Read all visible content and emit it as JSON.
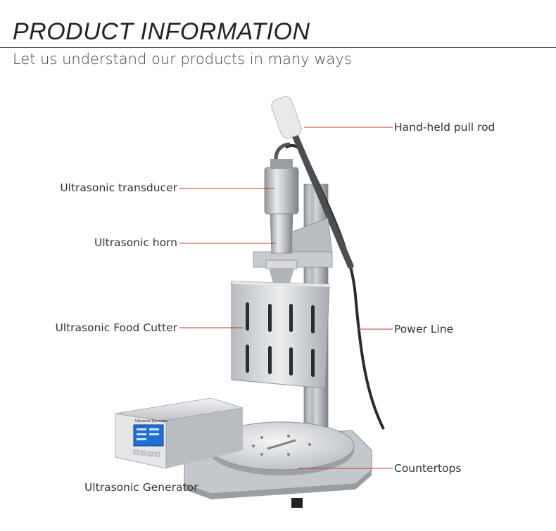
{
  "header": {
    "title": "PRODUCT INFORMATION",
    "subtitle": "Let us understand our products in many ways"
  },
  "labels": {
    "hand_held_pull_rod": "Hand-held pull rod",
    "ultrasonic_transducer": "Ultrasonic transducer",
    "ultrasonic_horn": "Ultrasonic horn",
    "ultrasonic_food_cutter": "Ultrasonic Food Cutter",
    "power_line": "Power Line",
    "countertops": "Countertops",
    "ultrasonic_generator": "Ultrasonic Generator"
  },
  "generator": {
    "panel_text": "Ultrasonic Generator"
  },
  "colors": {
    "leader_line": "#c0392b",
    "metal": "#c9ccd0",
    "screen": "#1f6fd6"
  }
}
